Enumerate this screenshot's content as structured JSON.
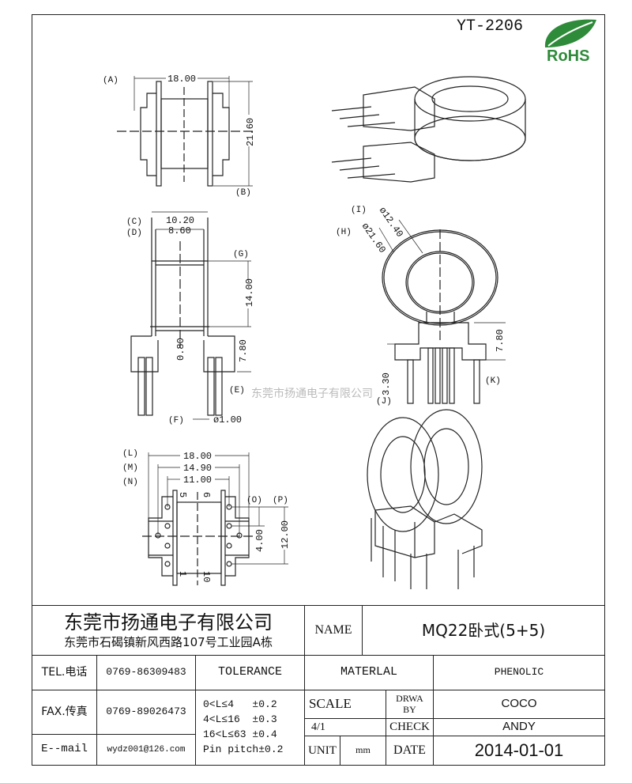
{
  "header": {
    "model": "YT-2206",
    "logo_text": "RoHS",
    "logo_color": "#2e8b3a"
  },
  "watermark": "东莞市扬通电子有限公司",
  "views": {
    "a": {
      "label_a": "(A)",
      "label_b": "(B)",
      "width": "18.00",
      "height": "21.60"
    },
    "c": {
      "label_c": "(C)",
      "label_d": "(D)",
      "label_g": "(G)",
      "label_e": "(E)",
      "label_f": "(F)",
      "dim_c": "10.20",
      "dim_d": "8.60",
      "dim_g": "14.00",
      "dim_08": "0.80",
      "dim_e": "7.80",
      "dim_pin": "ø1.00"
    },
    "h": {
      "label_i": "(I)",
      "label_h": "(H)",
      "label_k": "(K)",
      "label_j": "(J)",
      "dim_i": "ø12.40",
      "dim_h": "ø21.60",
      "dim_k": "7.80",
      "dim_j": "3.30"
    },
    "l": {
      "label_l": "(L)",
      "label_m": "(M)",
      "label_n": "(N)",
      "label_o": "(O)",
      "label_p": "(P)",
      "dim_l": "18.00",
      "dim_m": "14.90",
      "dim_n": "11.00",
      "dim_o": "4.00",
      "dim_p": "12.00",
      "pin5": "5",
      "pin6": "6",
      "pin1": "1",
      "pin10": "10"
    }
  },
  "title_block": {
    "company": "东莞市扬通电子有限公司",
    "address": "东莞市石碣镇新风西路107号工业园A栋",
    "name_label": "NAME",
    "name_value": "MQ22卧式(5+5)",
    "tel_label": "TEL.电话",
    "tel_value": "0769-86309483",
    "fax_label": "FAX.传真",
    "fax_value": "0769-89026473",
    "email_label": "E--mail",
    "email_value": "wydz001@126.com",
    "tolerance_label": "TOLERANCE",
    "tolerances": [
      "0<L≤4   ±0.2",
      "4<L≤16  ±0.3",
      "16<L≤63 ±0.4",
      "Pin pitch±0.2"
    ],
    "material_label": "MATERLAL",
    "material_value": "PHENOLIC",
    "scale_label": "SCALE",
    "scale_value": "4/1",
    "unit_label": "UNIT",
    "unit_value": "mm",
    "drawn_label": "DRWA BY",
    "drawn_value": "COCO",
    "check_label": "CHECK",
    "check_value": "ANDY",
    "date_label": "DATE",
    "date_value": "2014-01-01"
  }
}
